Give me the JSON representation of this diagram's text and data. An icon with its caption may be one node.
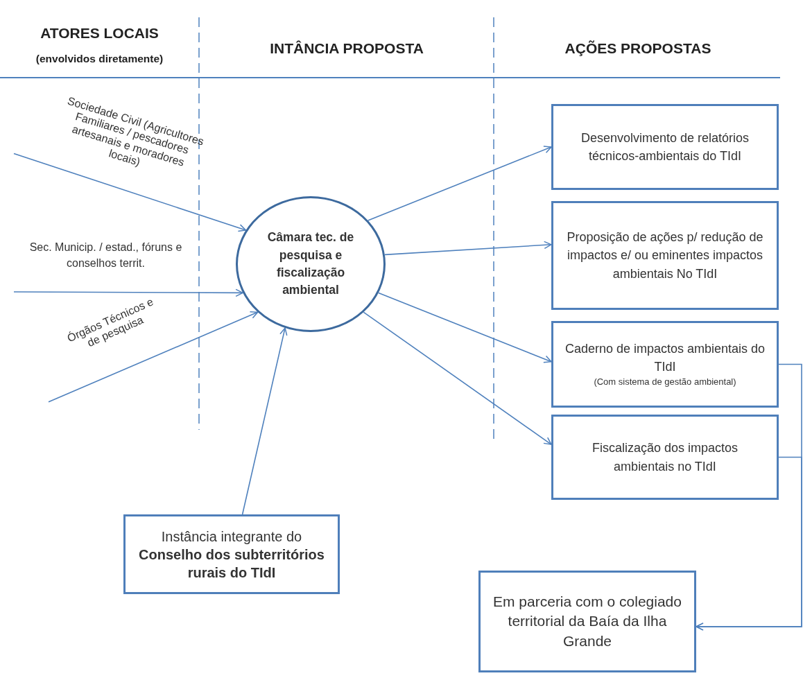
{
  "diagram": {
    "nodes": [
      {
        "text": [
          "Sociedade Civil (Agricultores Familiares / pescadores artesanais e moradores locais)"
        ]
      },
      {
        "text": [
          "Sec. Municip. / estad., fóruns e conselhos territ."
        ]
      },
      {
        "text": [
          "Órgãos Técnicos e de pesquisa"
        ]
      },
      {
        "text": [
          "Câmara tec. de pesquisa e fiscalização ambiental"
        ]
      },
      {
        "text": [
          "Desenvolvimento de relatórios técnicos-ambientais do TIdI"
        ]
      },
      {
        "text": [
          "Proposição de ações p/ redução de impactos e/ ou eminentes impactos ambientais No TIdI"
        ]
      },
      {
        "text": [
          "Caderno de impactos ambientais do TIdI",
          "(Com sistema de gestão ambiental)"
        ]
      },
      {
        "text": [
          "Fiscalização dos impactos ambientais no TIdI"
        ]
      },
      {
        "text": [
          "Instância integrante do **Conselho dos subterritórios rurais do TIdI**"
        ]
      },
      {
        "text": [
          "Em parceria com o colegiado territorial da Baía da Ilha Grande"
        ]
      }
    ],
    "edges": [
      {
        "from": 0,
        "to": 3,
        "arrow": "to"
      },
      {
        "from": 1,
        "to": 3,
        "arrow": "to"
      },
      {
        "from": 2,
        "to": 3,
        "arrow": "to"
      },
      {
        "from": 8,
        "to": 3,
        "arrow": "to"
      },
      {
        "from": 3,
        "to": 4,
        "arrow": "to"
      },
      {
        "from": 3,
        "to": 5,
        "arrow": "to"
      },
      {
        "from": 3,
        "to": 6,
        "arrow": "to"
      },
      {
        "from": 3,
        "to": 7,
        "arrow": "to"
      },
      {
        "from": 6,
        "to": 9,
        "arrow": "to"
      },
      {
        "from": 7,
        "to": 9,
        "arrow": "to"
      }
    ],
    "labels": [
      "ATORES LOCAIS",
      "(envolvidos diretamente)",
      "INTÂNCIA PROPOSTA",
      "AÇÕES PROPOSTAS"
    ]
  }
}
